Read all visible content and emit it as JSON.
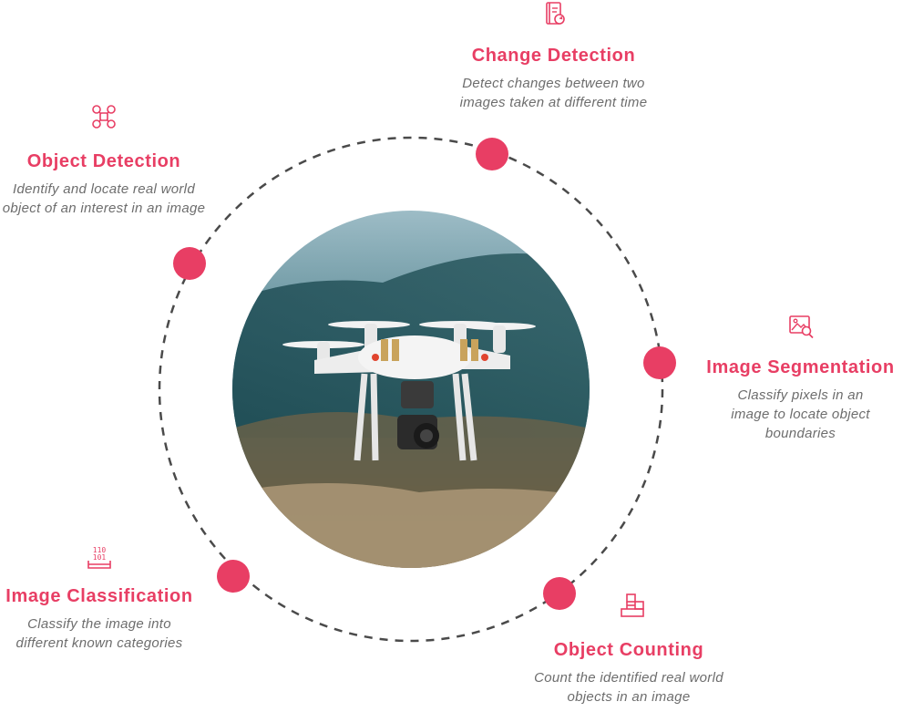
{
  "accent_color": "#e83e64",
  "ring_color": "#4a4a4a",
  "center_image": {
    "subject": "drone",
    "icon": "drone-photo"
  },
  "features": {
    "change_detection": {
      "icon": "document-refresh-icon",
      "title": "Change Detection",
      "desc": "Detect changes between two images taken at different time"
    },
    "object_detection": {
      "icon": "drone-outline-icon",
      "title": "Object Detection",
      "desc": "Identify and locate real world object of an interest in an image"
    },
    "image_segmentation": {
      "icon": "image-search-icon",
      "title": "Image Segmentation",
      "desc": "Classify pixels in an image to locate object boundaries"
    },
    "image_classification": {
      "icon": "binary-tray-icon",
      "title": "Image Classification",
      "desc": "Classify the image into different known categories"
    },
    "object_counting": {
      "icon": "stacked-boxes-icon",
      "title": "Object Counting",
      "desc": "Count the identified real world objects in an image"
    }
  }
}
